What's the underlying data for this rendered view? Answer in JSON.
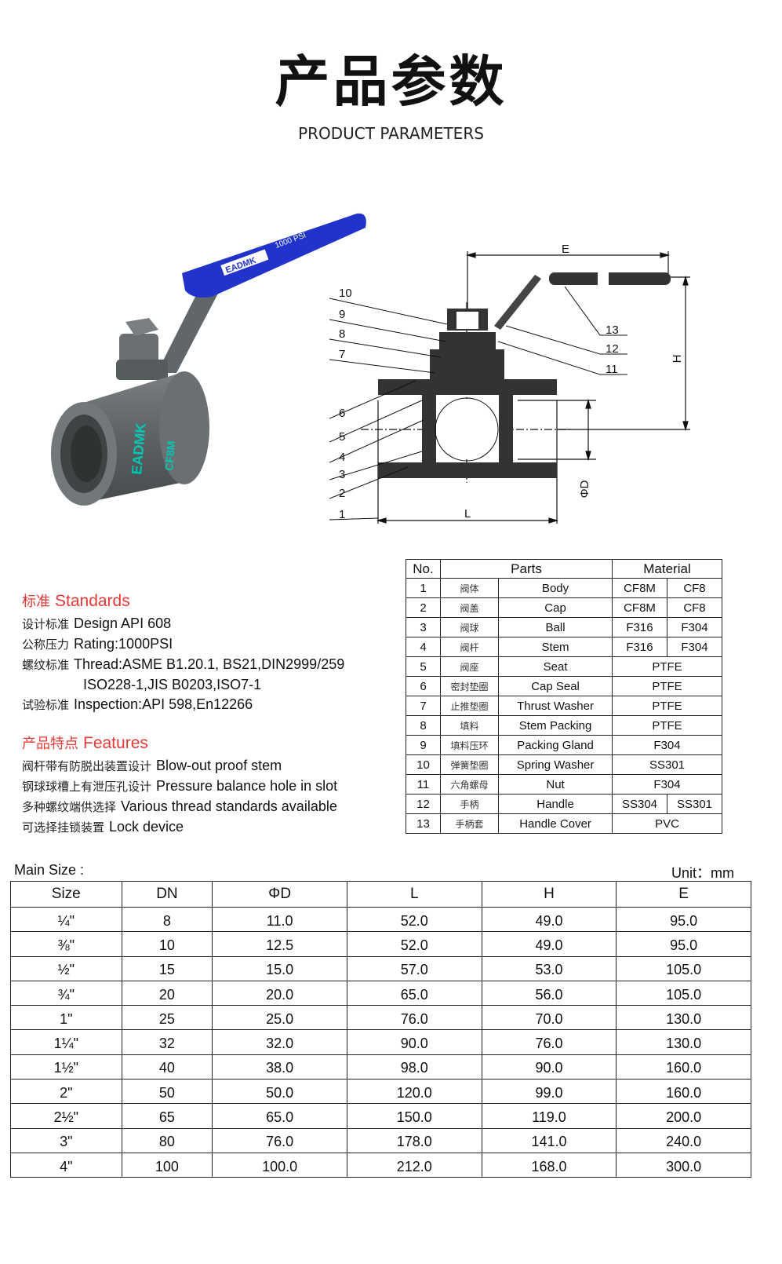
{
  "header": {
    "title_cn": "产品参数",
    "title_en": "PRODUCT PARAMETERS"
  },
  "product": {
    "brand": "EADMK",
    "handle_text": "1000 PSI",
    "body_text": "CF8M",
    "colors": {
      "handle": "#2233cc",
      "body": "#5f6566",
      "text_teal": "#00c6b4"
    }
  },
  "diagram": {
    "labels": [
      "1",
      "2",
      "3",
      "4",
      "5",
      "6",
      "7",
      "8",
      "9",
      "10",
      "11",
      "12",
      "13"
    ],
    "dim_e": "E",
    "dim_h": "H",
    "dim_l": "L",
    "dim_d": "ΦD"
  },
  "standards": {
    "heading_cn": "标准",
    "heading_en": "Standards",
    "rows": [
      {
        "cn": "设计标准",
        "en": "Design API 608"
      },
      {
        "cn": "公称压力",
        "en": "Rating:1000PSI"
      },
      {
        "cn": "螺纹标准",
        "en": "Thread:ASME B1.20.1, BS21,DIN2999/259"
      },
      {
        "en": "ISO228-1,JIS B0203,ISO7-1"
      },
      {
        "cn": "试验标准",
        "en": "Inspection:API 598,En12266"
      }
    ]
  },
  "features": {
    "heading_cn": "产品特点",
    "heading_en": "Features",
    "rows": [
      {
        "cn": "阀杆带有防脱出装置设计",
        "en": "Blow-out proof stem"
      },
      {
        "cn": "钢球球槽上有泄压孔设计",
        "en": "Pressure balance hole in slot"
      },
      {
        "cn": "多种螺纹端供选择",
        "en": "Various thread standards available"
      },
      {
        "cn": "可选择挂锁装置",
        "en": "Lock device"
      }
    ]
  },
  "parts_table": {
    "headers": {
      "no": "No.",
      "parts": "Parts",
      "material": "Material"
    },
    "rows": [
      {
        "no": "1",
        "cn": "阀体",
        "en": "Body",
        "m1": "CF8M",
        "m2": "CF8"
      },
      {
        "no": "2",
        "cn": "阀盖",
        "en": "Cap",
        "m1": "CF8M",
        "m2": "CF8"
      },
      {
        "no": "3",
        "cn": "阀球",
        "en": "Ball",
        "m1": "F316",
        "m2": "F304"
      },
      {
        "no": "4",
        "cn": "阀杆",
        "en": "Stem",
        "m1": "F316",
        "m2": "F304"
      },
      {
        "no": "5",
        "cn": "阀座",
        "en": "Seat",
        "m": "PTFE"
      },
      {
        "no": "6",
        "cn": "密封垫圈",
        "en": "Cap Seal",
        "m": "PTFE"
      },
      {
        "no": "7",
        "cn": "止推垫圈",
        "en": "Thrust Washer",
        "m": "PTFE"
      },
      {
        "no": "8",
        "cn": "填料",
        "en": "Stem Packing",
        "m": "PTFE"
      },
      {
        "no": "9",
        "cn": "填料压环",
        "en": "Packing Gland",
        "m": "F304"
      },
      {
        "no": "10",
        "cn": "弹簧垫圈",
        "en": "Spring Washer",
        "m": "SS301"
      },
      {
        "no": "11",
        "cn": "六角螺母",
        "en": "Nut",
        "m": "F304"
      },
      {
        "no": "12",
        "cn": "手柄",
        "en": "Handle",
        "m1": "SS304",
        "m2": "SS301"
      },
      {
        "no": "13",
        "cn": "手柄套",
        "en": "Handle Cover",
        "m": "PVC"
      }
    ]
  },
  "size_table": {
    "title": "Main Size :",
    "unit": "Unit：mm",
    "headers": [
      "Size",
      "DN",
      "ΦD",
      "L",
      "H",
      "E"
    ],
    "rows": [
      [
        "¼\"",
        "8",
        "11.0",
        "52.0",
        "49.0",
        "95.0"
      ],
      [
        "⅜\"",
        "10",
        "12.5",
        "52.0",
        "49.0",
        "95.0"
      ],
      [
        "½\"",
        "15",
        "15.0",
        "57.0",
        "53.0",
        "105.0"
      ],
      [
        "¾\"",
        "20",
        "20.0",
        "65.0",
        "56.0",
        "105.0"
      ],
      [
        "1\"",
        "25",
        "25.0",
        "76.0",
        "70.0",
        "130.0"
      ],
      [
        "1¼\"",
        "32",
        "32.0",
        "90.0",
        "76.0",
        "130.0"
      ],
      [
        "1½\"",
        "40",
        "38.0",
        "98.0",
        "90.0",
        "160.0"
      ],
      [
        "2\"",
        "50",
        "50.0",
        "120.0",
        "99.0",
        "160.0"
      ],
      [
        "2½\"",
        "65",
        "65.0",
        "150.0",
        "119.0",
        "200.0"
      ],
      [
        "3\"",
        "80",
        "76.0",
        "178.0",
        "141.0",
        "240.0"
      ],
      [
        "4\"",
        "100",
        "100.0",
        "212.0",
        "168.0",
        "300.0"
      ]
    ]
  }
}
